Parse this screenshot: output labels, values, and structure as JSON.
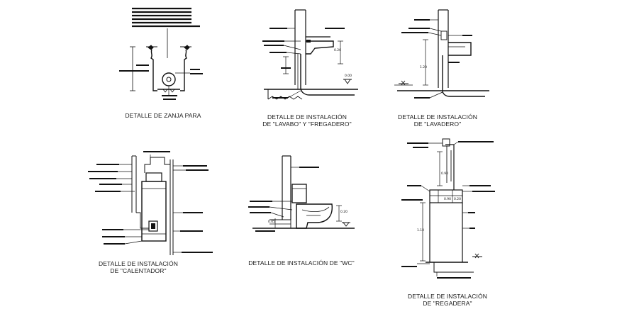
{
  "details": [
    {
      "id": "zanja",
      "caption_lines": [
        "DETALLE DE ZANJA PARA"
      ]
    },
    {
      "id": "lavabo",
      "caption_lines": [
        "DETALLE DE INSTALACIÓN",
        "DE \"LAVABO\" Y \"FREGADERO\""
      ],
      "dims": [
        "0.20",
        "0.00"
      ]
    },
    {
      "id": "lavadero",
      "caption_lines": [
        "DETALLE DE INSTALACIÓN",
        "DE \"LAVADERO\""
      ],
      "dims": [
        "1.20"
      ]
    },
    {
      "id": "calentador",
      "caption_lines": [
        "DETALLE DE INSTALACIÓN",
        "DE \"CALENTADOR\""
      ]
    },
    {
      "id": "wc",
      "caption_lines": [
        "DETALLE DE INSTALACIÓN DE \"WC\""
      ],
      "dims": [
        "0.20",
        "0.05"
      ]
    },
    {
      "id": "regadera",
      "caption_lines": [
        "DETALLE DE INSTALACIÓN",
        "DE \"REGADERA\""
      ],
      "dims": [
        "0.90",
        "0.90",
        "0.20",
        "1.10"
      ]
    }
  ],
  "colors": {
    "ink": "#111111",
    "background": "#ffffff"
  }
}
